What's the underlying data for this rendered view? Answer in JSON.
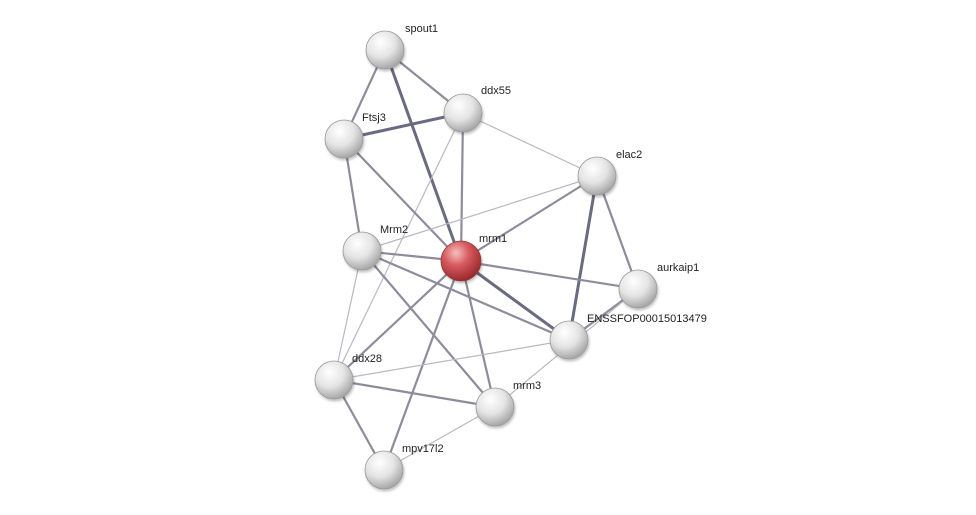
{
  "colors": {
    "edge": "#8c8c9c",
    "edge_strong": "#6a6a80",
    "node_fill": "#e6e6e6",
    "query_node_fill": "#d8555a",
    "label": "#222222"
  },
  "nodes": [
    {
      "id": "spout1",
      "label": "spout1",
      "query": false
    },
    {
      "id": "ddx55",
      "label": "ddx55",
      "query": false
    },
    {
      "id": "Ftsj3",
      "label": "Ftsj3",
      "query": false
    },
    {
      "id": "elac2",
      "label": "elac2",
      "query": false
    },
    {
      "id": "Mrm2",
      "label": "Mrm2",
      "query": false
    },
    {
      "id": "mrm1",
      "label": "mrm1",
      "query": true
    },
    {
      "id": "aurkaip1",
      "label": "aurkaip1",
      "query": false
    },
    {
      "id": "ENSSFOP00015013479",
      "label": "ENSSFOP00015013479",
      "query": false
    },
    {
      "id": "ddx28",
      "label": "ddx28",
      "query": false
    },
    {
      "id": "mrm3",
      "label": "mrm3",
      "query": false
    },
    {
      "id": "mpv17l2",
      "label": "mpv17l2",
      "query": false
    }
  ],
  "edges": [
    {
      "source": "spout1",
      "target": "ddx55",
      "strength": 2
    },
    {
      "source": "spout1",
      "target": "Ftsj3",
      "strength": 2
    },
    {
      "source": "spout1",
      "target": "mrm1",
      "strength": 3
    },
    {
      "source": "ddx55",
      "target": "Ftsj3",
      "strength": 3
    },
    {
      "source": "ddx55",
      "target": "mrm1",
      "strength": 2
    },
    {
      "source": "ddx55",
      "target": "elac2",
      "strength": 1
    },
    {
      "source": "ddx55",
      "target": "ddx28",
      "strength": 1
    },
    {
      "source": "Ftsj3",
      "target": "mrm1",
      "strength": 2
    },
    {
      "source": "Ftsj3",
      "target": "Mrm2",
      "strength": 2
    },
    {
      "source": "elac2",
      "target": "mrm1",
      "strength": 2
    },
    {
      "source": "elac2",
      "target": "Mrm2",
      "strength": 1
    },
    {
      "source": "elac2",
      "target": "ENSSFOP00015013479",
      "strength": 3
    },
    {
      "source": "elac2",
      "target": "aurkaip1",
      "strength": 2
    },
    {
      "source": "Mrm2",
      "target": "mrm1",
      "strength": 2
    },
    {
      "source": "Mrm2",
      "target": "ENSSFOP00015013479",
      "strength": 2
    },
    {
      "source": "Mrm2",
      "target": "mrm3",
      "strength": 2
    },
    {
      "source": "Mrm2",
      "target": "ddx28",
      "strength": 1
    },
    {
      "source": "mrm1",
      "target": "aurkaip1",
      "strength": 2
    },
    {
      "source": "mrm1",
      "target": "ENSSFOP00015013479",
      "strength": 3
    },
    {
      "source": "mrm1",
      "target": "ddx28",
      "strength": 2
    },
    {
      "source": "mrm1",
      "target": "mrm3",
      "strength": 2
    },
    {
      "source": "mrm1",
      "target": "mpv17l2",
      "strength": 2
    },
    {
      "source": "aurkaip1",
      "target": "ENSSFOP00015013479",
      "strength": 2
    },
    {
      "source": "aurkaip1",
      "target": "mrm3",
      "strength": 1
    },
    {
      "source": "ENSSFOP00015013479",
      "target": "ddx28",
      "strength": 1
    },
    {
      "source": "ddx28",
      "target": "mrm3",
      "strength": 2
    },
    {
      "source": "ddx28",
      "target": "mpv17l2",
      "strength": 2
    },
    {
      "source": "mrm3",
      "target": "mpv17l2",
      "strength": 1
    }
  ]
}
